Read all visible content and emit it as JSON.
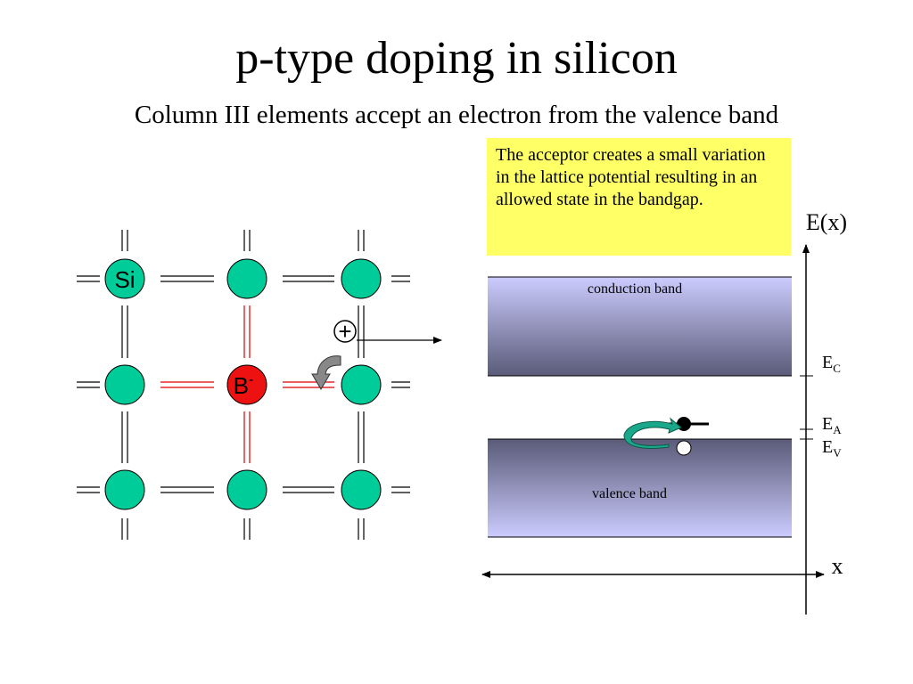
{
  "title": "p-type doping in silicon",
  "subtitle": "Column III elements accept an electron from the valence band",
  "note": "The acceptor creates a small variation in the lattice potential resulting in an allowed state in the bandgap.",
  "lattice": {
    "si_label": "Si",
    "boron_label": "B",
    "boron_charge": "-",
    "hole_symbol": "+",
    "silicon_color": "#00cc99",
    "boron_color": "#ee1111",
    "bond_highlight_color": "#dd0000"
  },
  "bands": {
    "conduction_label": "conduction band",
    "valence_label": "valence band",
    "conduction_top_color": "#ccccff",
    "conduction_bottom_color": "#5a5a78",
    "valence_top_color": "#5a5a78",
    "valence_bottom_color": "#ccccff",
    "arrow_color": "#1aa88a"
  },
  "axis": {
    "y_label": "E(x)",
    "x_label": "x",
    "levels": {
      "ec": {
        "main": "E",
        "sub": "C"
      },
      "ea": {
        "main": "E",
        "sub": "A"
      },
      "ev": {
        "main": "E",
        "sub": "V"
      }
    }
  }
}
